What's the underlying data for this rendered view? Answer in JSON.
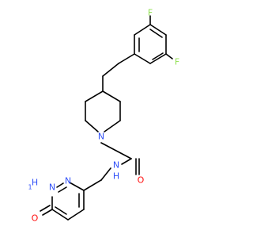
{
  "molecule": {
    "atoms": [
      {
        "id": "f1",
        "label": "F",
        "color": "#90e050"
      },
      {
        "id": "f2",
        "label": "F",
        "color": "#90e050"
      },
      {
        "id": "n_pip",
        "label": "N",
        "color": "#3050f8"
      },
      {
        "id": "o_amide",
        "label": "O",
        "color": "#ff0d0d"
      },
      {
        "id": "nh_amide",
        "label": "N",
        "sublabel": "H",
        "color": "#3050f8"
      },
      {
        "id": "nh_ring",
        "label": "N",
        "sublabel": "H",
        "prefix": "1",
        "color": "#3050f8"
      },
      {
        "id": "n_ring",
        "label": "N",
        "color": "#3050f8"
      },
      {
        "id": "o_ketone",
        "label": "O",
        "color": "#ff0d0d"
      }
    ],
    "bond_color": "#000000"
  }
}
